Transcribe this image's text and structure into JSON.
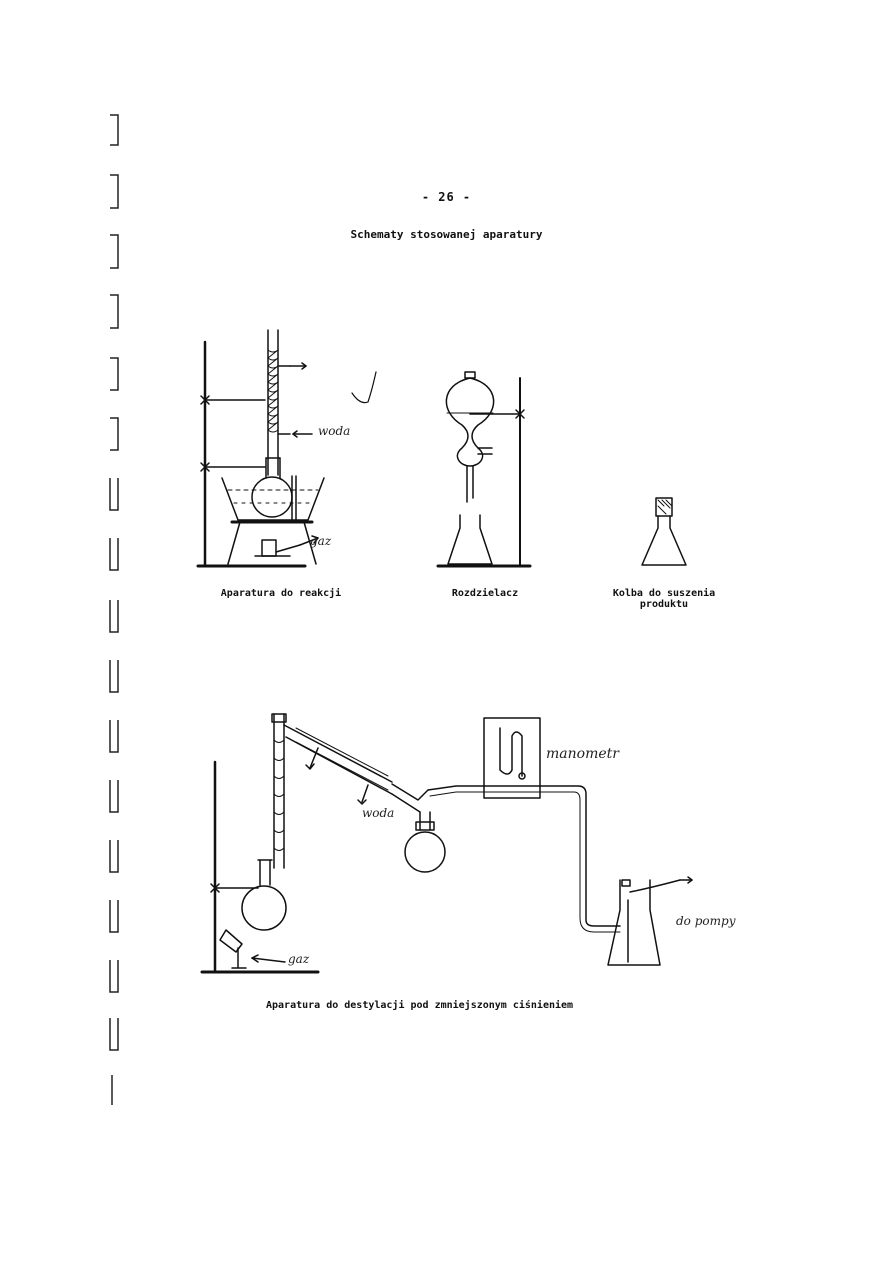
{
  "page": {
    "number": "- 26 -",
    "title": "Schematy stosowanej aparatury"
  },
  "figures": {
    "reaction": {
      "caption": "Aparatura do reakcji",
      "labels": {
        "water": "woda",
        "gas": "gaz"
      }
    },
    "separator": {
      "caption": "Rozdzielacz"
    },
    "drying_flask": {
      "caption_line1": "Kolba do suszenia",
      "caption_line2": "produktu"
    },
    "distillation": {
      "caption": "Aparatura do destylacji pod zmniejszonym ciśnieniem",
      "labels": {
        "manometer": "manometr",
        "water": "woda",
        "to_pump": "do pompy",
        "gas": "gaz"
      }
    }
  }
}
